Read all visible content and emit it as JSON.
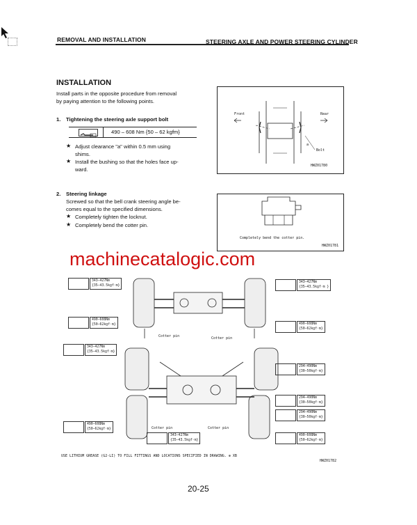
{
  "header": {
    "left": "REMOVAL AND INSTALLATION",
    "right": "STEERING AXLE AND POWER STEERING CYLINDER"
  },
  "title": "INSTALLATION",
  "intro": [
    "Install parts in the opposite procedure from removal",
    "by paying attention to the following points."
  ],
  "step1": {
    "num": "1.",
    "title": "Tightening the steering axle support bolt",
    "torque": "490 – 608 Nm {50 – 62 kgfm}",
    "notes": [
      "Adjust clearance \"a\" within 0.5 mm using",
      "shims.",
      "Install the bushing so that the holes face up-",
      "ward."
    ]
  },
  "step2": {
    "num": "2.",
    "title": "Steering linkage",
    "text": [
      "Screwed so that the bell crank steering angle be-",
      "comes equal to the specified dimensions."
    ],
    "notes": [
      "Completely tighten the locknut.",
      "Completely bend the cotter pin."
    ]
  },
  "fig1": {
    "front": "Front",
    "rear": "Rear",
    "bolt": "Bolt",
    "label_a": "a",
    "code": "HWZ01780"
  },
  "fig2": {
    "caption": "Completely bend the cotter pin.",
    "code": "HWZ01781"
  },
  "watermark": "machinecatalogic.com",
  "diagram": {
    "torques": [
      {
        "l1": "343—427Nm",
        "l2": "{35—43.5kgf·m}"
      },
      {
        "l1": "343—427Nm",
        "l2": "{35—43.5kgf·m }"
      },
      {
        "l1": "490—608Nm",
        "l2": "{50—62kgf·m}"
      },
      {
        "l1": "490—608Nm",
        "l2": "{50—62kgf·m}"
      },
      {
        "l1": "343—427Nm",
        "l2": "{35—43.5kgf·m}"
      },
      {
        "l1": "294—490Nm",
        "l2": "{30—50kgf·m}"
      },
      {
        "l1": "294—490Nm",
        "l2": "{30—50kgf·m}"
      },
      {
        "l1": "294—490Nm",
        "l2": "{30—50kgf·m}"
      },
      {
        "l1": "490—608Nm",
        "l2": "{50—62kgf·m}"
      },
      {
        "l1": "343—427Nm",
        "l2": "{35—43.5kgf·m}"
      },
      {
        "l1": "490—608Nm",
        "l2": "{50—62kgf·m}"
      }
    ],
    "cotter": "Cotter pin",
    "footer": "USE LITHIUM GREASE (G2-LI) TO FILL FITTINGS AND LOCATIONS SPECIFIED IN DRAWING. ⊕ XB",
    "code": "HWZ01782"
  },
  "page_number": "20-25"
}
